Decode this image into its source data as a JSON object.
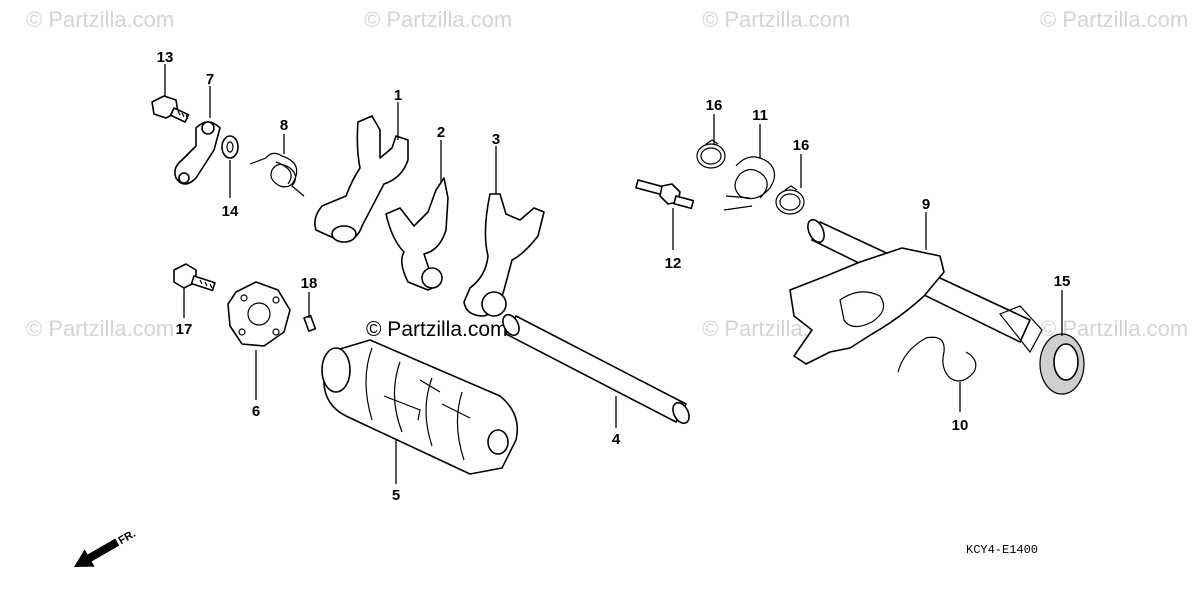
{
  "watermark": {
    "text": "© Partzilla.com",
    "center_text": "© Partzilla.com"
  },
  "diagram_code": "KCY4-E1400",
  "direction_label": "FR.",
  "callouts": [
    "1",
    "2",
    "3",
    "4",
    "5",
    "6",
    "7",
    "8",
    "9",
    "10",
    "11",
    "12",
    "13",
    "14",
    "15",
    "16",
    "16",
    "17",
    "18"
  ]
}
